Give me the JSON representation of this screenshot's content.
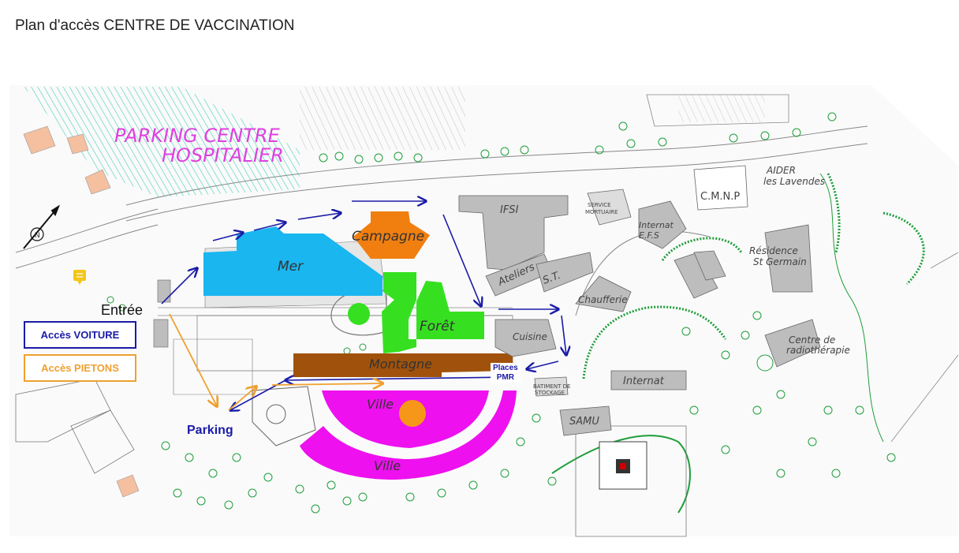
{
  "title": "Plan d'accès CENTRE DE VACCINATION",
  "legend": {
    "car_access": "Accès VOITURE",
    "pedestrian_access": "Accès PIETONS"
  },
  "labels": {
    "entree": "Entrée",
    "parking": "Parking",
    "places_pmr_line1": "Places",
    "places_pmr_line2": "PMR",
    "parking_centre_line1": "PARKING CENTRE",
    "parking_centre_line2": "HOSPITALIER",
    "mer": "Mer",
    "campagne": "Campagne",
    "foret": "Forêt",
    "montagne": "Montagne",
    "ville_inner": "Ville",
    "ville_outer": "Ville",
    "ifsi": "IFSI",
    "ateliers": "Ateliers",
    "st": "S.T.",
    "chaufferie": "Chaufferie",
    "cuisine": "Cuisine",
    "internat": "Internat",
    "internat_efs_line1": "Internat",
    "internat_efs_line2": "E.F.S",
    "samu": "SAMU",
    "batiment_stockage_line1": "BATIMENT DE",
    "batiment_stockage_line2": "STOCKAGE",
    "cmnp": "C.M.N.P",
    "aider_line1": "AIDER",
    "aider_line2": "les Lavendes",
    "residence_line1": "Résidence",
    "residence_line2": "St Germain",
    "radiotherapie_line1": "Centre de",
    "radiotherapie_line2": "radiothérapie",
    "service_mortuaire_line1": "SERVICE",
    "service_mortuaire_line2": "MORTUAIRE",
    "north": "N"
  },
  "colors": {
    "car_route": "#1a1aa8",
    "pedestrian_route": "#f0a030",
    "mer": "#19b6f0",
    "campagne": "#f07f10",
    "foret": "#36e020",
    "montagne": "#a0520c",
    "ville": "#ee10ee",
    "vegetation": "#1e9e3a",
    "parking_lines": "#22c4a8",
    "parking_label": "#e040e0",
    "building": "#bdbdbd"
  }
}
